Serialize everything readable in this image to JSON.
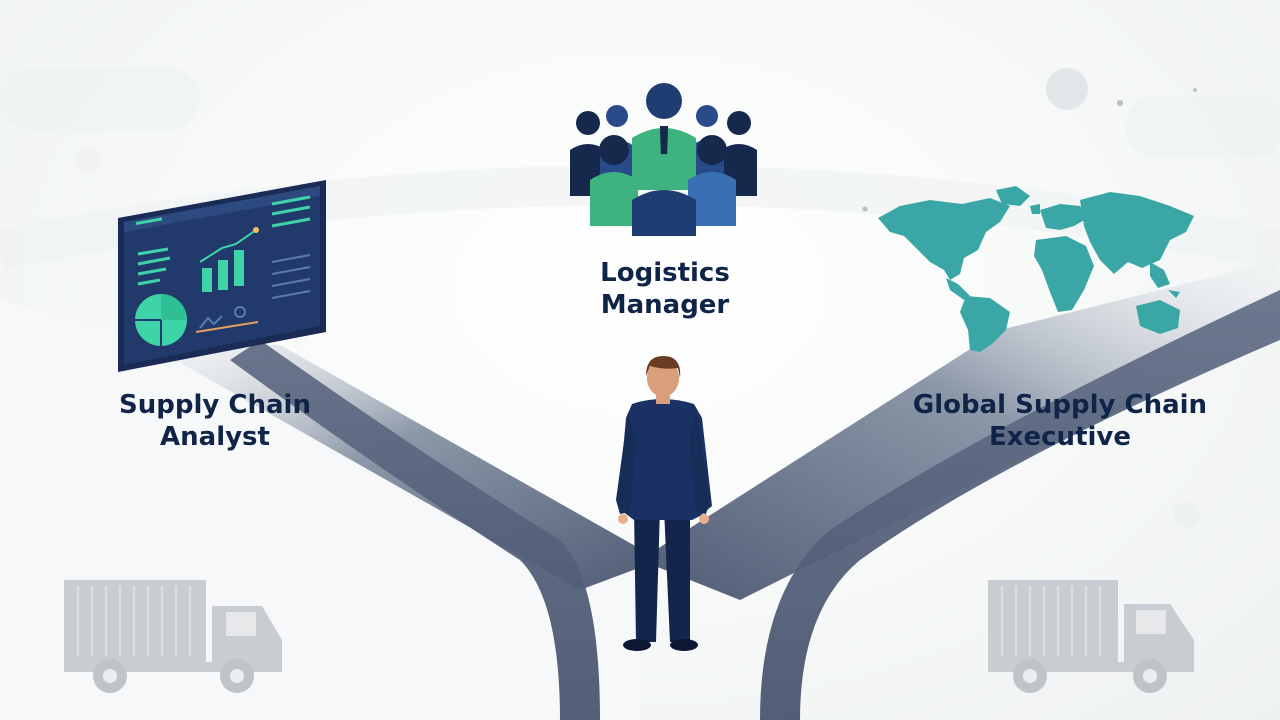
{
  "labels": {
    "analyst": [
      "Supply Chain",
      "Analyst"
    ],
    "manager": [
      "Logistics",
      "Manager"
    ],
    "executive": [
      "Global Supply Chain",
      "Executive"
    ]
  },
  "icons": {
    "left": "analytics-dashboard-icon",
    "center": "team-group-icon",
    "right": "world-map-icon",
    "figure": "businessman-icon",
    "vehicles": "delivery-truck-icon"
  },
  "colors": {
    "navy": "#0f2447",
    "road": "#55627c",
    "teal": "#3aa6a6",
    "green": "#3fb37f",
    "blue": "#3a6fb3",
    "truck": "#c9cdd1"
  }
}
